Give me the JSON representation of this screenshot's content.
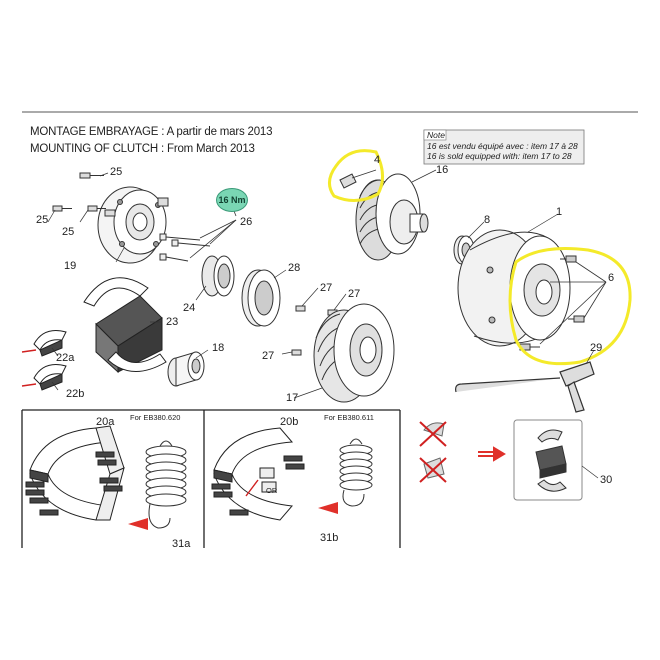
{
  "header": {
    "title_fr": "MONTAGE EMBRAYAGE : A partir de mars 2013",
    "title_en": "MOUNTING OF CLUTCH : From March 2013"
  },
  "note": {
    "title": "Note",
    "line_fr": "16 est vendu équipé avec : item 17 à 28",
    "line_en": "16 is sold equipped with: item 17 to 28"
  },
  "torque_badge": "16 Nm",
  "parts": {
    "p25a": "25",
    "p25b": "25",
    "p25c": "25",
    "p26": "26",
    "p19": "19",
    "p24": "24",
    "p28": "28",
    "p23": "23",
    "p22a": "22a",
    "p22b": "22b",
    "p18": "18",
    "p27a": "27",
    "p27b": "27",
    "p27c": "27",
    "p17": "17",
    "p4": "4",
    "p16": "16",
    "p8": "8",
    "p1": "1",
    "p6": "6",
    "p29": "29",
    "p20a": "20a",
    "p20b": "20b",
    "p31a": "31a",
    "p31b": "31b",
    "p30": "30"
  },
  "variants": {
    "left": "For EB380.620",
    "right": "For EB380.611",
    "or_label": "OR"
  },
  "colors": {
    "highlight": "#f4ea2a",
    "torque_fill": "#7ad6b4",
    "arrow_red": "#e0302a",
    "line": "#333333"
  }
}
